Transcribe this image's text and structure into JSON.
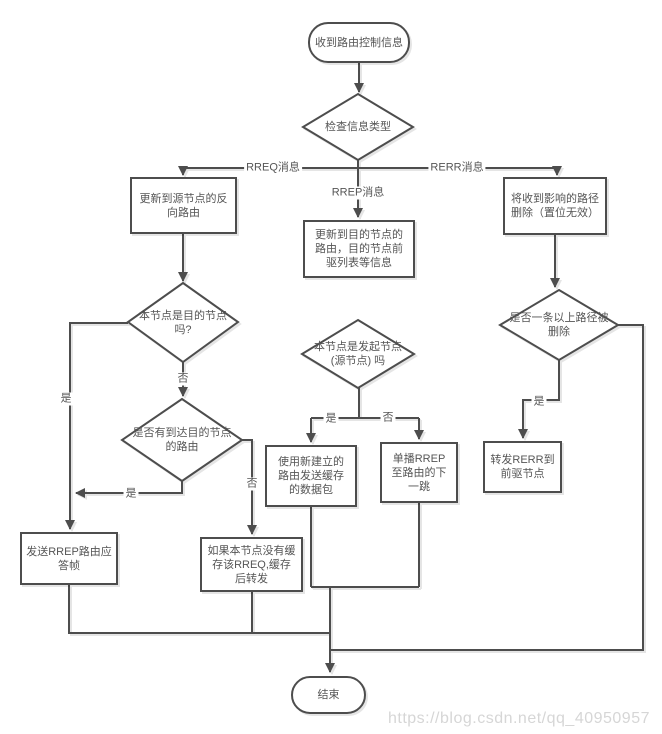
{
  "flowchart": {
    "nodes": {
      "start": "收到路由控制信息",
      "check_type": "检查信息类型",
      "update_reverse_route": "更新到源节点的反向路由",
      "is_destination": "本节点是目的节点吗?",
      "has_route_to_dest": "是否有到达目的节点的路由",
      "send_rrep_reply": "发送RREP路由应答帧",
      "cache_and_forward": "如果本节点没有缓存该RREQ,缓存后转发",
      "update_dest_route": "更新到目的节点的路由，目的节点前驱列表等信息",
      "is_source_node": "本节点是发起节点(源节点) 吗",
      "send_cached_packets": "使用新建立的路由发送缓存的数据包",
      "unicast_rrep": "单播RREP至路由的下一跳",
      "delete_affected_paths": "将收到影响的路径删除（置位无效）",
      "multiple_paths_deleted": "是否一条以上路径被删除",
      "forward_rerr": "转发RERR到前驱节点",
      "end": "结束"
    },
    "edge_labels": {
      "rreq_message": "RREQ消息",
      "rrep_message": "RREP消息",
      "rerr_message": "RERR消息",
      "yes_is_destination": "是",
      "no_is_destination": "否",
      "yes_has_route": "是",
      "no_has_route": "否",
      "yes_is_source": "是",
      "no_is_source": "否",
      "yes_multiple_paths": "是"
    }
  },
  "watermark": "https://blog.csdn.net/qq_40950957",
  "colors": {
    "line": "#4d4d4d",
    "text": "#555555",
    "watermark": "#d6d6d6"
  }
}
